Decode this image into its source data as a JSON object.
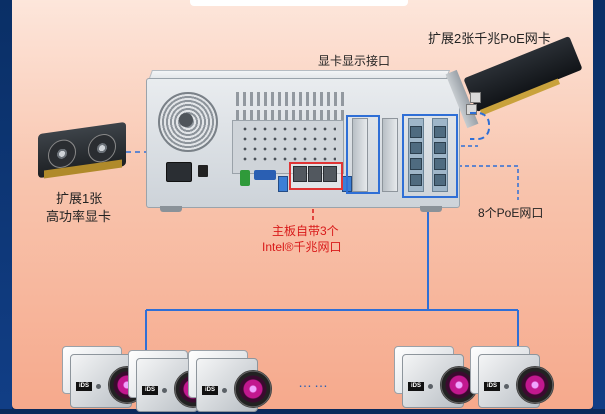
{
  "labels": {
    "gpu_interface": "显卡显示接口",
    "poe_nic_expand": "扩展2张千兆PoE网卡",
    "gpu_expand_line1": "扩展1张",
    "gpu_expand_line2": "高功率显卡",
    "poe_ports": "8个PoE网口",
    "onboard_lan_line1": "主板自带3个",
    "onboard_lan_line2": "Intel®千兆网口",
    "ellipsis": "……"
  },
  "camera_badge": "iDS",
  "colors": {
    "accent_blue": "#2f6fd6",
    "highlight_red": "#e03434",
    "label_red": "#d91a1a",
    "background_peach": "#f8c4ad",
    "frame_navy": "#0b2a5c"
  }
}
